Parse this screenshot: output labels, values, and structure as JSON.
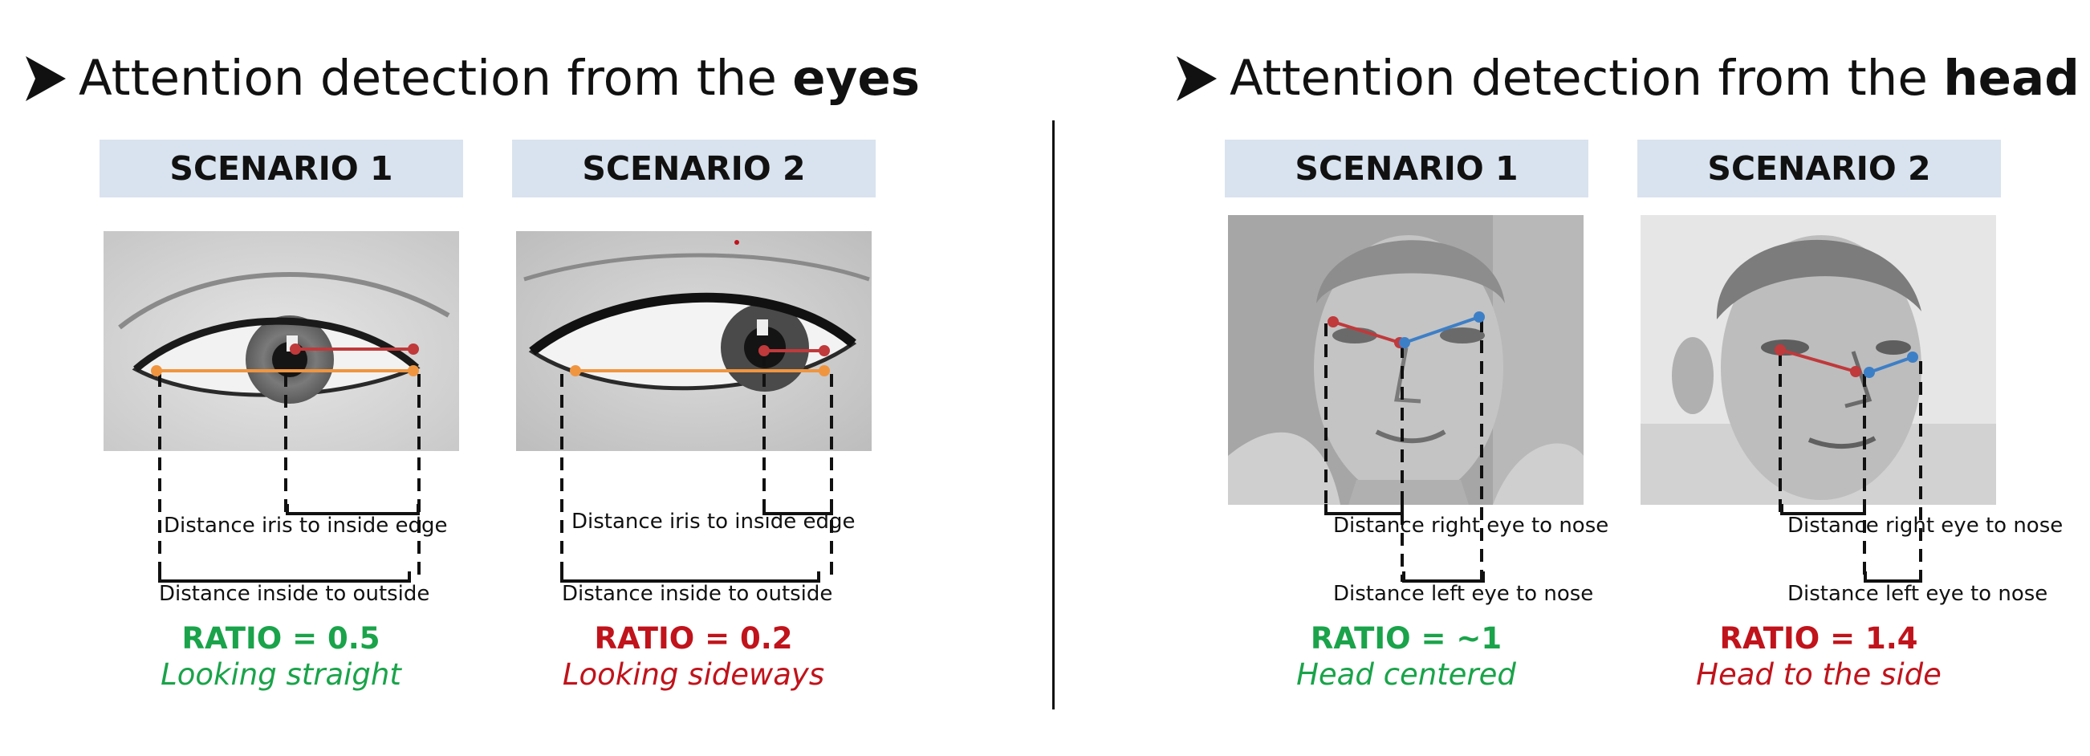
{
  "left": {
    "title_prefix": "Attention detection from the ",
    "title_bold": "eyes",
    "scenario1": {
      "label": "SCENARIO 1",
      "dist_short_label": "Distance iris to inside edge",
      "dist_long_label": "Distance inside to outside",
      "ratio": "RATIO = 0.5",
      "interpretation": "Looking straight"
    },
    "scenario2": {
      "label": "SCENARIO 2",
      "dist_short_label": "Distance iris to inside edge",
      "dist_long_label": "Distance inside to outside",
      "ratio": "RATIO = 0.2",
      "interpretation": "Looking sideways"
    }
  },
  "right": {
    "title_prefix": "Attention detection from the ",
    "title_bold": "head",
    "scenario1": {
      "label": "SCENARIO 1",
      "dist_right_label": "Distance right eye to nose",
      "dist_left_label": "Distance left eye to nose",
      "ratio": "RATIO = ~1",
      "interpretation": "Head centered"
    },
    "scenario2": {
      "label": "SCENARIO 2",
      "dist_right_label": "Distance right eye to nose",
      "dist_left_label": "Distance left eye to nose",
      "ratio": "RATIO = 1.4",
      "interpretation": "Head to the side"
    }
  },
  "colors": {
    "good": "#1aa34a",
    "bad": "#c0131b",
    "header_bg": "#d9e3ef",
    "eye_line": "#f0953f",
    "iris_line": "#c0393b",
    "left_eye_line": "#3d7fc7"
  }
}
